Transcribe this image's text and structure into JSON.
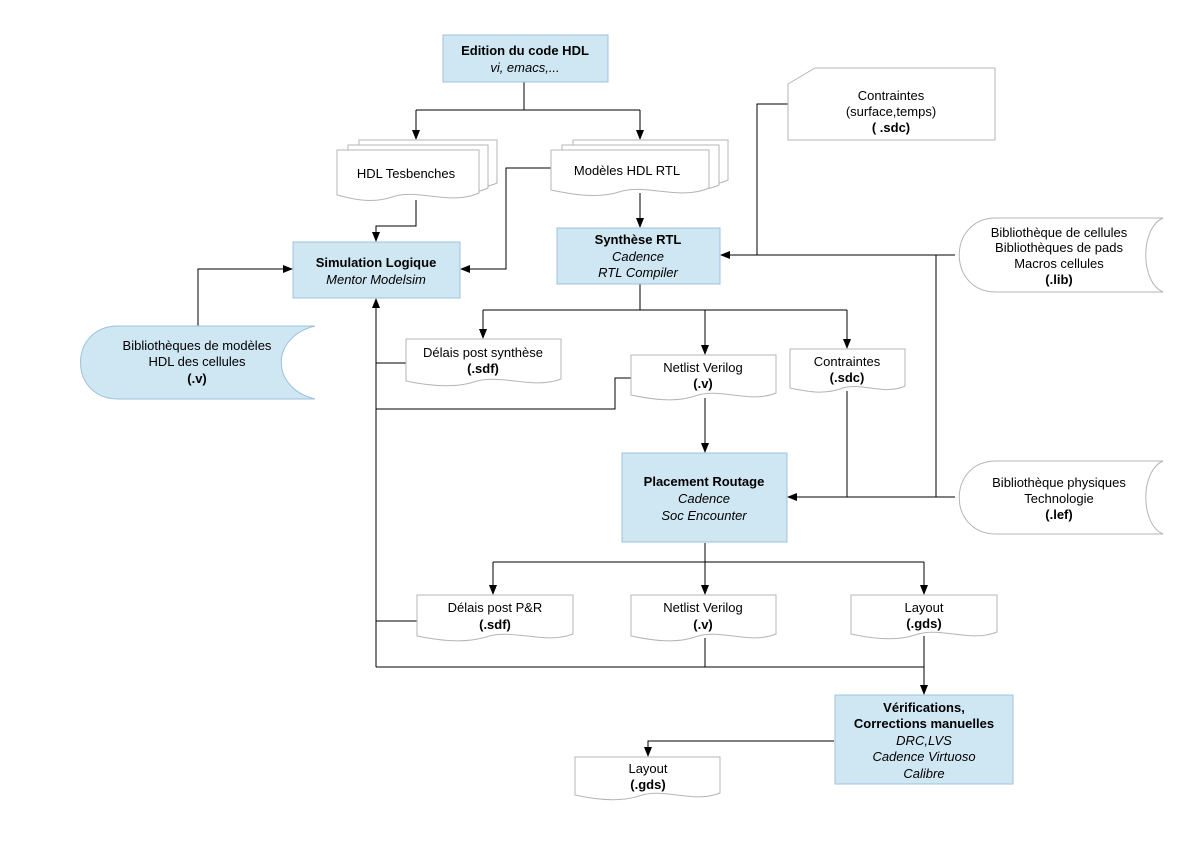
{
  "nodes": {
    "edition": {
      "title": "Edition du code HDL",
      "tool": "vi, emacs,..."
    },
    "testbenches": {
      "label": "HDL Tesbenches"
    },
    "modeles_rtl": {
      "label": "Modèles HDL RTL"
    },
    "contraintes_top": {
      "line1": "Contraintes",
      "line2": "(surface,temps)",
      "ext": "( .sdc)"
    },
    "simulation": {
      "title": "Simulation Logique",
      "tool": "Mentor Modelsim"
    },
    "synthese": {
      "title": "Synthèse RTL",
      "tool1": "Cadence",
      "tool2": "RTL Compiler"
    },
    "lib_cellules": {
      "line1": "Bibliothèque de cellules",
      "line2": "Bibliothèques de pads",
      "line3": "Macros cellules",
      "ext": "(.lib)"
    },
    "lib_modeles": {
      "line1": "Bibliothèques de modèles",
      "line2": "HDL des cellules",
      "ext": "(.v)"
    },
    "delais_synth": {
      "label": "Délais post synthèse",
      "ext": "(.sdf)"
    },
    "netlist_synth": {
      "label": "Netlist Verilog",
      "ext": "(.v)"
    },
    "contraintes_mid": {
      "label": "Contraintes",
      "ext": "(.sdc)"
    },
    "placement": {
      "title": "Placement Routage",
      "tool1": "Cadence",
      "tool2": "Soc Encounter"
    },
    "lib_physique": {
      "line1": "Bibliothèque physiques",
      "line2": "Technologie",
      "ext": "(.lef)"
    },
    "delais_pr": {
      "label": "Délais post P&R",
      "ext": "(.sdf)"
    },
    "netlist_pr": {
      "label": "Netlist Verilog",
      "ext": "(.v)"
    },
    "layout_pr": {
      "label": "Layout",
      "ext": "(.gds)"
    },
    "verifications": {
      "title1": "Vérifications,",
      "title2": "Corrections manuelles",
      "tool1": "DRC,LVS",
      "tool2": "Cadence Virtuoso",
      "tool3": "Calibre"
    },
    "layout_final": {
      "label": "Layout",
      "ext": "(.gds)"
    }
  }
}
